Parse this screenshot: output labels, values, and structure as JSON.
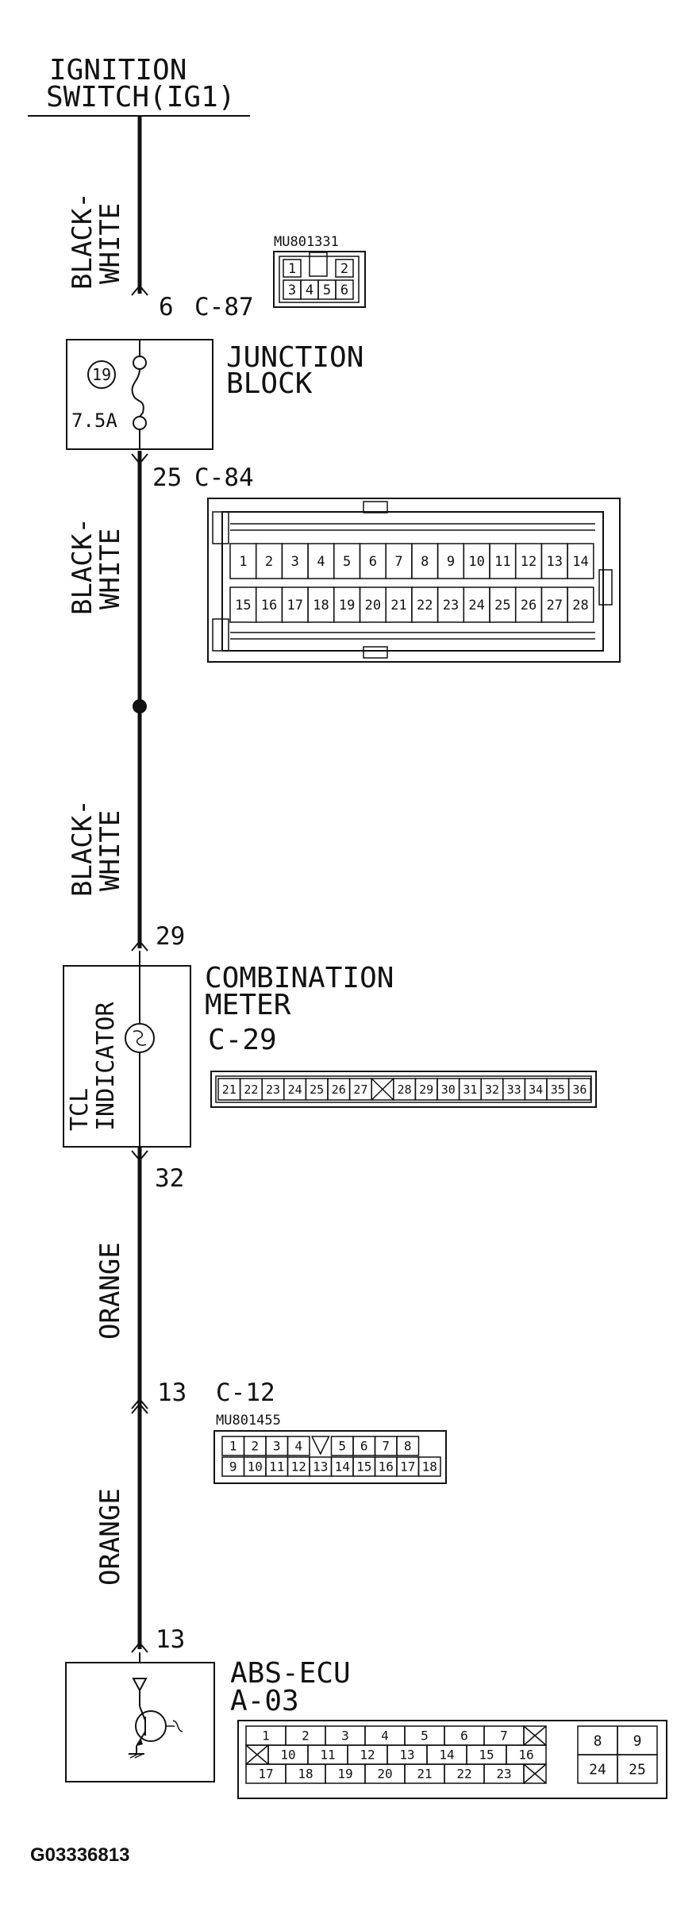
{
  "ignition_switch": {
    "line1": "IGNITION",
    "line2": "SWITCH(IG1)"
  },
  "wires": {
    "w1": {
      "line1": "BLACK-",
      "line2": "WHITE"
    },
    "w2": {
      "line1": "BLACK-",
      "line2": "WHITE"
    },
    "w3": {
      "line1": "BLACK-",
      "line2": "WHITE"
    },
    "w4": {
      "label": "ORANGE"
    },
    "w5": {
      "label": "ORANGE"
    }
  },
  "junction_block": {
    "title_line1": "JUNCTION",
    "title_line2": "BLOCK",
    "fuse_number": "19",
    "fuse_rating": "7.5A",
    "in_pin": "6",
    "in_connector": "C-87",
    "out_pin": "25",
    "out_connector": "C-84"
  },
  "connector_c87": {
    "part_number": "MU801331",
    "row1": [
      "1",
      "",
      "2"
    ],
    "row2": [
      "3",
      "4",
      "5",
      "6"
    ]
  },
  "connector_c84": {
    "row1": [
      "1",
      "2",
      "3",
      "4",
      "5",
      "6",
      "7",
      "8",
      "9",
      "10",
      "11",
      "12",
      "13",
      "14"
    ],
    "row2": [
      "15",
      "16",
      "17",
      "18",
      "19",
      "20",
      "21",
      "22",
      "23",
      "24",
      "25",
      "26",
      "27",
      "28"
    ]
  },
  "combination_meter": {
    "title_line1": "COMBINATION",
    "title_line2": "METER",
    "connector": "C-29",
    "indicator_line1": "TCL",
    "indicator_line2": "INDICATOR",
    "in_pin": "29",
    "out_pin": "32",
    "pins": [
      "21",
      "22",
      "23",
      "24",
      "25",
      "26",
      "27",
      "",
      "28",
      "29",
      "30",
      "31",
      "32",
      "33",
      "34",
      "35",
      "36"
    ]
  },
  "connector_c12": {
    "pin": "13",
    "connector": "C-12",
    "part_number": "MU801455",
    "row1": [
      "1",
      "2",
      "3",
      "4",
      "",
      "5",
      "6",
      "7",
      "8"
    ],
    "row2": [
      "9",
      "10",
      "11",
      "12",
      "13",
      "14",
      "15",
      "16",
      "17",
      "18"
    ]
  },
  "abs_ecu": {
    "title": "ABS-ECU",
    "connector": "A-03",
    "pin": "13",
    "row1": [
      "1",
      "2",
      "3",
      "4",
      "5",
      "6",
      "7"
    ],
    "row2": [
      "10",
      "11",
      "12",
      "13",
      "14",
      "15",
      "16"
    ],
    "row3": [
      "17",
      "18",
      "19",
      "20",
      "21",
      "22",
      "23"
    ],
    "side_top": [
      "8",
      "9"
    ],
    "side_bottom": [
      "24",
      "25"
    ]
  },
  "figure_code": "G03336813"
}
